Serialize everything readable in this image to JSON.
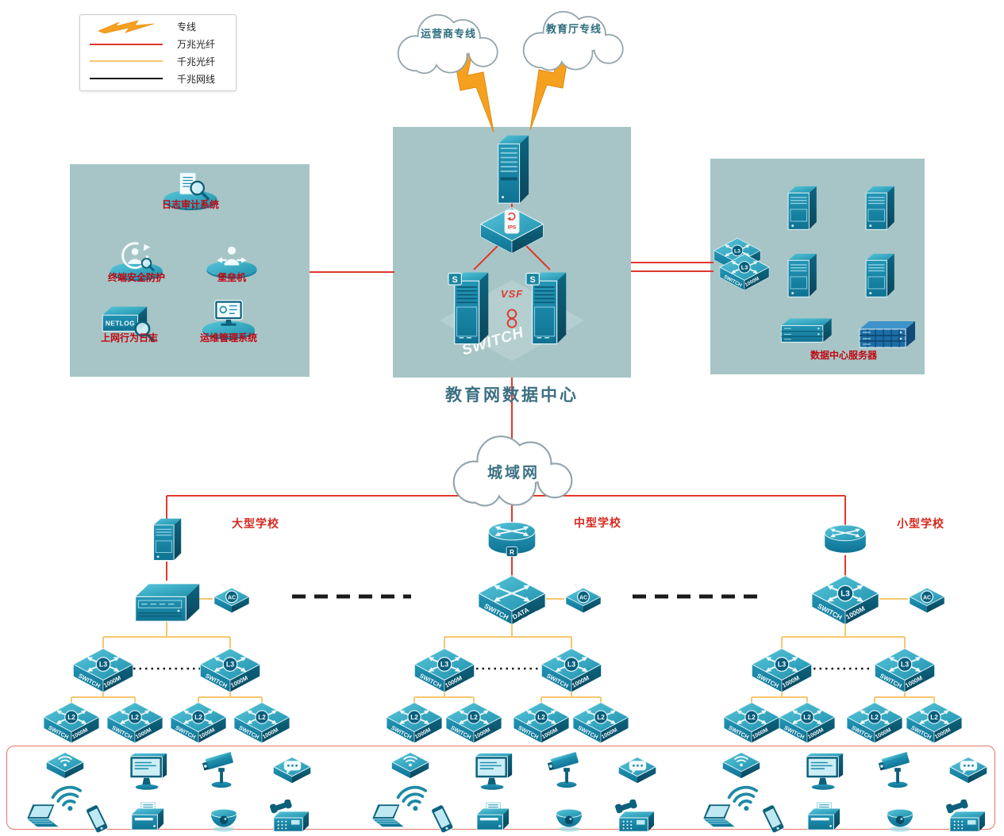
{
  "legend": {
    "items": [
      {
        "label": "专线",
        "type": "lightning-icon",
        "color": "#f6a01f"
      },
      {
        "label": "万兆光纤",
        "type": "line",
        "color": "#e0392e"
      },
      {
        "label": "千兆光纤",
        "type": "line",
        "color": "#f5c86e"
      },
      {
        "label": "千兆网线",
        "type": "line",
        "color": "#1a1a1a"
      }
    ]
  },
  "clouds": {
    "operator": "运营商专线",
    "education": "教育厅专线",
    "man": "城域网"
  },
  "data_center": {
    "title": "教育网数据中心",
    "ips_label": "IPS",
    "vsf_label": "VSF",
    "switch_watermark": "SWITCH",
    "server_badge": "S"
  },
  "security_zone": {
    "items": [
      "日志审计系统",
      "终端安全防护",
      "堡垒机",
      "上网行为日志",
      "运维管理系统"
    ],
    "netlog_text": "NETLOG"
  },
  "server_zone": {
    "label": "数据中心服务器",
    "l3_badge": "L3",
    "switch_label": "SWITCH",
    "speed_label": "1000M"
  },
  "schools": [
    {
      "name": "大型学校"
    },
    {
      "name": "中型学校",
      "core_label_left": "SWITCH",
      "core_label_right": "DATA CENTER"
    },
    {
      "name": "小型学校",
      "core_label_left": "SWITCH",
      "core_label_right": "1000M"
    }
  ],
  "switch_labels": {
    "l3": "L3",
    "l2": "L2",
    "switch": "SWITCH",
    "speed": "1000M",
    "ac": "AC",
    "router": "R"
  },
  "edge_devices": [
    "wireless-ap",
    "wifi-signal",
    "laptop",
    "mobile-phone",
    "desktop-monitor",
    "printer",
    "surveillance-camera",
    "dome-camera",
    "im-terminal",
    "fax-machine"
  ],
  "colors": {
    "zone_bg": "#a7c5c6",
    "line_10g": "#e0392e",
    "line_1g_fiber": "#f5c86e",
    "line_1g_copper": "#1a1a1a",
    "device_teal": "#1b86a0",
    "label_red": "#c00812",
    "lightning_orange": "#f6a01f"
  }
}
